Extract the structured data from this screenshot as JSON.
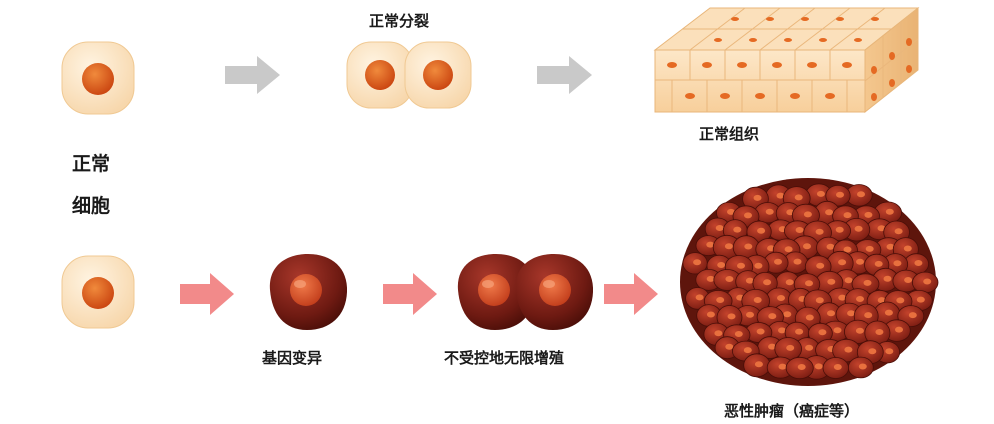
{
  "labels": {
    "normal_division": "正常分裂",
    "normal_tissue": "正常组织",
    "normal_cell_line1": "正常",
    "normal_cell_line2": "细胞",
    "gene_mutation": "基因变异",
    "uncontrolled_growth": "不受控地无限增殖",
    "malignant_tumor": "恶性肿瘤（癌症等）"
  },
  "colors": {
    "normal_cell_body": "#fbe3c2",
    "normal_cell_nucleus": "#e0571a",
    "normal_arrow": "#c9c9c9",
    "mutant_arrow": "#f28a8a",
    "mutant_cell_body": "#6e1a12",
    "mutant_cell_nucleus": "#d9562a",
    "tissue_surface": "#fce4c4"
  },
  "icons": {
    "normal_path_arrow": "gray-right-arrow",
    "mutation_path_arrow": "pink-right-arrow"
  }
}
